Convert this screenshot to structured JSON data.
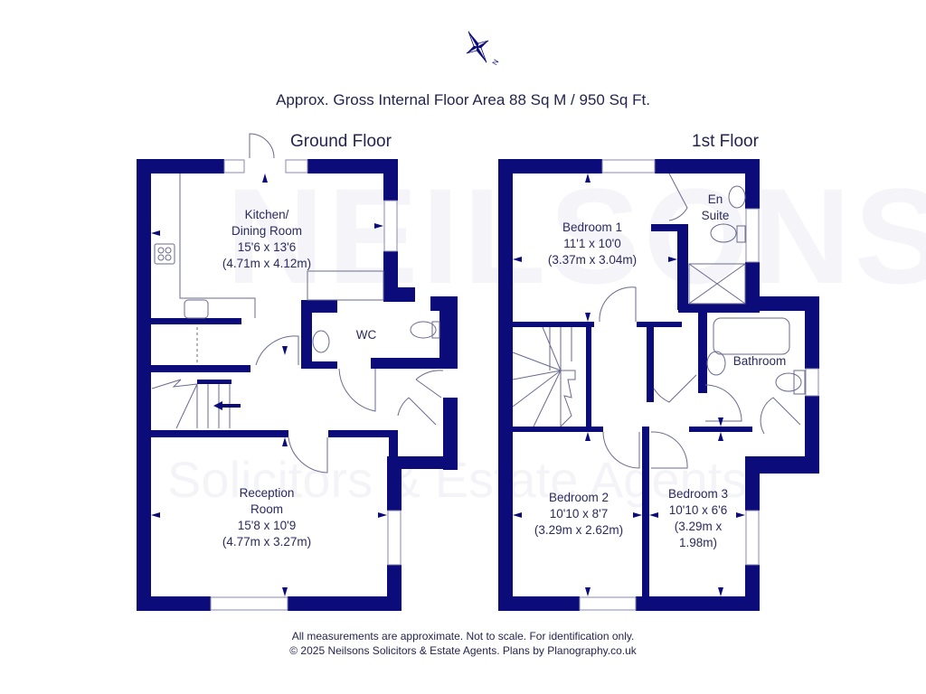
{
  "header": {
    "compass": "compass-rose-icon",
    "compass_north_label": "N",
    "title": "Approx. Gross Internal Floor Area 88 Sq M / 950 Sq Ft."
  },
  "colors": {
    "wall": "#0b0b7a",
    "text": "#24244e",
    "background": "#ffffff"
  },
  "floors": [
    {
      "name": "Ground Floor",
      "rooms": [
        {
          "name_line1": "Kitchen/",
          "name_line2": "Dining Room",
          "imperial": "15'6 x 13'6",
          "metric": "(4.71m x 4.12m)"
        },
        {
          "name": "WC"
        },
        {
          "name_line1": "Reception",
          "name_line2": "Room",
          "imperial": "15'8 x 10'9",
          "metric": "(4.77m x 3.27m)"
        }
      ]
    },
    {
      "name": "1st Floor",
      "rooms": [
        {
          "name": "Bedroom 1",
          "imperial": "11'1 x 10'0",
          "metric": "(3.37m x 3.04m)"
        },
        {
          "name_line1": "En",
          "name_line2": "Suite"
        },
        {
          "name": "Bathroom"
        },
        {
          "name": "Bedroom 2",
          "imperial": "10'10 x 8'7",
          "metric": "(3.29m x 2.62m)"
        },
        {
          "name": "Bedroom 3",
          "imperial": "10'10 x 6'6",
          "metric_line1": "(3.29m x",
          "metric_line2": "1.98m)"
        }
      ]
    }
  ],
  "watermark": {
    "line1": "NEILSONS",
    "line2": "Solicitors & Estate Agents"
  },
  "footer": {
    "line1": "All measurements are approximate. Not to scale. For identification only.",
    "line2": "© 2025 Neilsons Solicitors & Estate Agents. Plans by Planography.co.uk"
  }
}
